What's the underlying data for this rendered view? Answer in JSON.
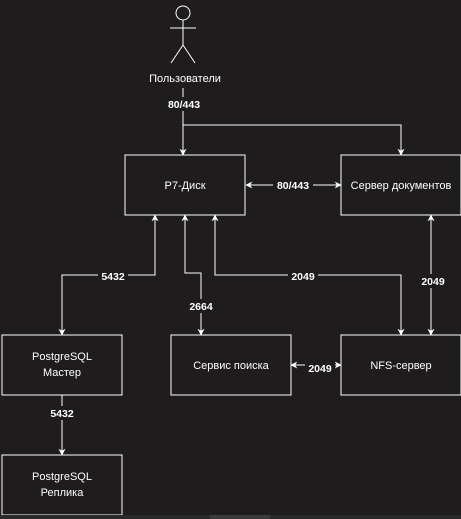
{
  "actor": {
    "label": "Пользователи"
  },
  "nodes": {
    "r7": {
      "lines": [
        "Р7-Диск"
      ]
    },
    "docs": {
      "lines": [
        "Сервер документов"
      ]
    },
    "pg_master": {
      "lines": [
        "PostgreSQL",
        "Мастер"
      ]
    },
    "search": {
      "lines": [
        "Сервис поиска"
      ]
    },
    "nfs": {
      "lines": [
        "NFS-сервер"
      ]
    },
    "pg_replica": {
      "lines": [
        "PostgreSQL",
        "Реплика"
      ]
    }
  },
  "edges": {
    "users": {
      "label": "80/443"
    },
    "r7_docs": {
      "label": "80/443"
    },
    "r7_pg": {
      "label": "5432"
    },
    "r7_search": {
      "label": "2664"
    },
    "r7_nfs": {
      "label": "2049"
    },
    "docs_nfs": {
      "label": "2049"
    },
    "search_nfs": {
      "label": "2049"
    },
    "pg_repl": {
      "label": "5432"
    }
  },
  "colors": {
    "background": "#1f1c1e",
    "stroke": "#ffffff",
    "text": "#ffffff"
  }
}
